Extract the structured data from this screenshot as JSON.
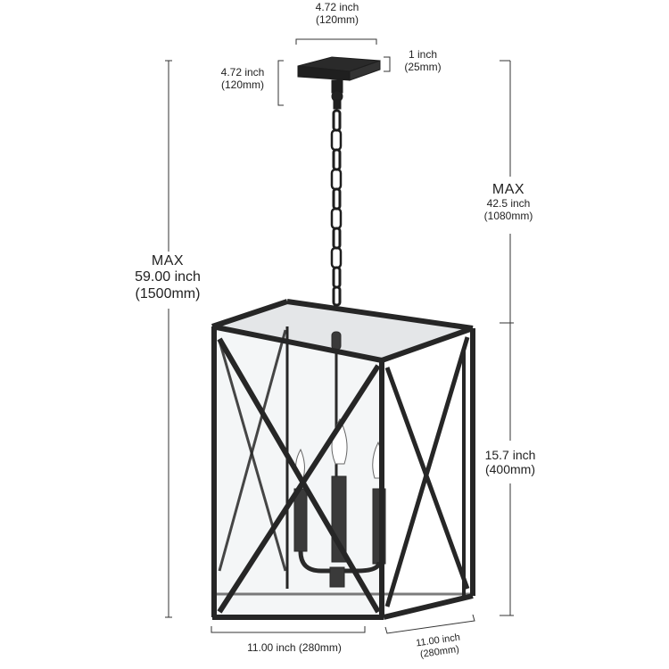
{
  "dimensions": {
    "canopy_width": {
      "inch": "4.72 inch",
      "mm": "(120mm)"
    },
    "canopy_depth": {
      "inch": "4.72 inch",
      "mm": "(120mm)"
    },
    "canopy_height": {
      "inch": "1 inch",
      "mm": "(25mm)"
    },
    "chain_max": {
      "label": "MAX",
      "inch": "42.5 inch",
      "mm": "(1080mm)"
    },
    "overall_max": {
      "label": "MAX",
      "inch": "59.00 inch",
      "mm": "(1500mm)"
    },
    "body_height": {
      "inch": "15.7 inch",
      "mm": "(400mm)"
    },
    "body_width": {
      "text": "11.00 inch (280mm)"
    },
    "body_depth": {
      "inch": "11.00 inch",
      "mm": "(280mm)"
    }
  },
  "colors": {
    "frame": "#262626",
    "line": "#333333",
    "glass": "#f4f6f7"
  }
}
